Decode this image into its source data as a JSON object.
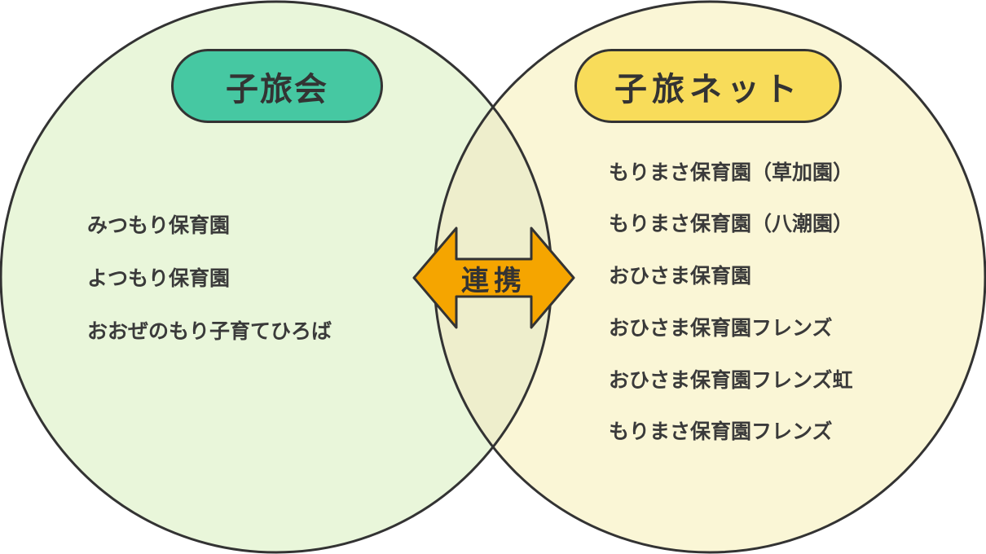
{
  "colors": {
    "left_circle_fill": "#e9f6da",
    "right_circle_fill": "#faf6d6",
    "overlap_fill": "#eeeecc",
    "outline": "#333333",
    "left_pill_fill": "#46c8a2",
    "right_pill_fill": "#f8dc5a",
    "arrow_fill": "#f5a500"
  },
  "left": {
    "title": "子旅会",
    "items": [
      "みつもり保育園",
      "よつもり保育園",
      "おおぜのもり子育てひろば"
    ]
  },
  "right": {
    "title": "子旅ネット",
    "items": [
      "もりまさ保育園（草加園）",
      "もりまさ保育園（八潮園）",
      "おひさま保育園",
      "おひさま保育園フレンズ",
      "おひさま保育園フレンズ虹",
      "もりまさ保育園フレンズ"
    ]
  },
  "center": {
    "label": "連携",
    "icon": "double-arrow-icon"
  }
}
